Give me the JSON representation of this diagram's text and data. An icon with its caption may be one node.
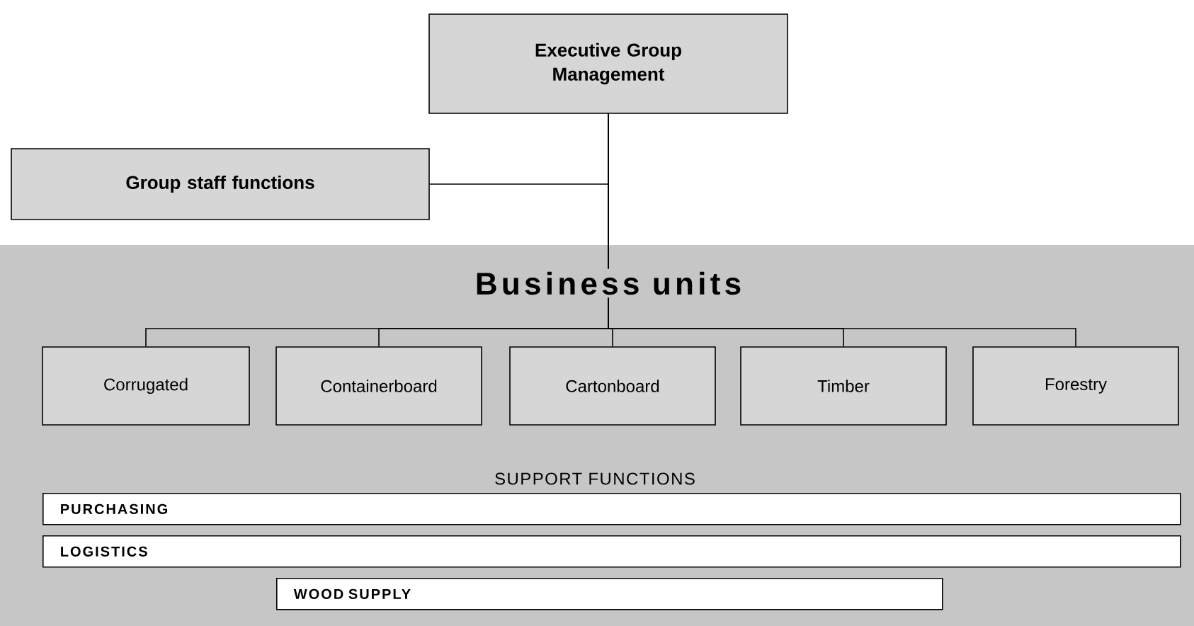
{
  "diagram": {
    "nodes": [
      {
        "text": [
          "Executive Group Management"
        ]
      },
      {
        "text": [
          "Group staff functions"
        ]
      },
      {
        "text": [
          "Business units"
        ]
      },
      {
        "text": [
          "Corrugated"
        ],
        "in": 2
      },
      {
        "text": [
          "Containerboard"
        ],
        "in": 2
      },
      {
        "text": [
          "Cartonboard"
        ],
        "in": 2
      },
      {
        "text": [
          "Timber"
        ],
        "in": 2
      },
      {
        "text": [
          "Forestry"
        ],
        "in": 2
      },
      {
        "text": [
          "PURCHASING"
        ],
        "in": 2
      },
      {
        "text": [
          "LOGISTICS"
        ],
        "in": 2
      },
      {
        "text": [
          "WOOD SUPPLY"
        ],
        "in": 2
      }
    ],
    "edges": [
      {
        "from": 0,
        "to": 1,
        "arrow": "none"
      },
      {
        "from": 0,
        "to": 3,
        "arrow": "none"
      },
      {
        "from": 0,
        "to": 4,
        "arrow": "none"
      },
      {
        "from": 0,
        "to": 5,
        "arrow": "none"
      },
      {
        "from": 0,
        "to": 6,
        "arrow": "none"
      },
      {
        "from": 0,
        "to": 7,
        "arrow": "none"
      }
    ],
    "labels": [
      "SUPPORT FUNCTIONS"
    ]
  }
}
